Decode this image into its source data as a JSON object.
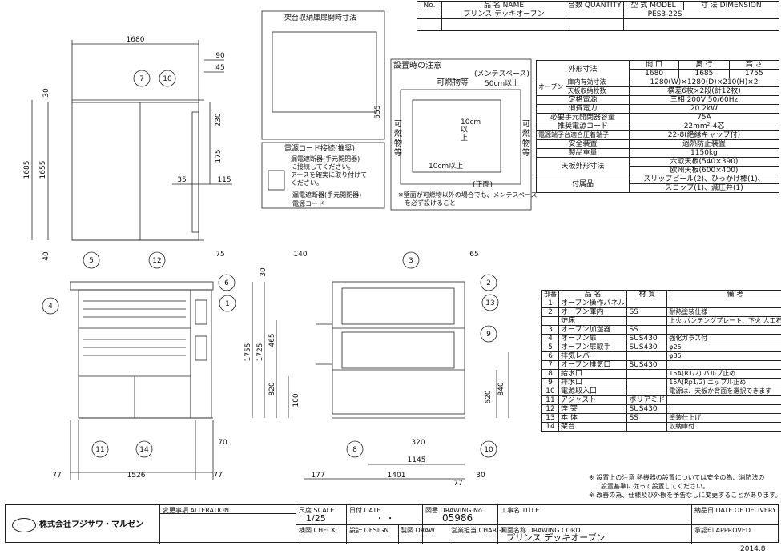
{
  "title_block_top": {
    "h_no": "No.",
    "h_name": "品 名 NAME",
    "h_qty": "台数 QUANTITY",
    "h_model": "型 式 MODEL",
    "h_dim": "寸 法 DIMENSION",
    "name": "プリンス デッキオーブン",
    "model": "PES3-22S"
  },
  "dims": {
    "w1680": "1680",
    "d90": "90",
    "d45": "45",
    "d30": "30",
    "d230": "230",
    "d175": "175",
    "d35": "35",
    "d115": "115",
    "h1685": "1685",
    "h1655": "1655",
    "d40": "40",
    "d75": "75",
    "d140": "140",
    "d65": "65",
    "h1755": "1755",
    "h1725": "1725",
    "d465": "465",
    "d820": "820",
    "d100": "100",
    "d620": "620",
    "d840": "840",
    "d70": "70",
    "d320": "320",
    "d1145": "1145",
    "d77a": "77",
    "d1526": "1526",
    "d77b": "77",
    "d177": "177",
    "d1401": "1401",
    "d77c": "77",
    "d30b": "30"
  },
  "callouts": [
    "1",
    "2",
    "3",
    "4",
    "5",
    "6",
    "7",
    "8",
    "9",
    "10",
    "11",
    "12",
    "13",
    "14"
  ],
  "door_box": {
    "title": "架台収納庫扉開時寸法",
    "dim": "555"
  },
  "install": {
    "title": "設置時の注意",
    "maint": "(メンテスペース)",
    "combust_top": "可燃物等",
    "space_top": "50cm以上",
    "left_label": [
      "可",
      "燃",
      "物",
      "等"
    ],
    "right_label": [
      "可",
      "燃",
      "物",
      "等"
    ],
    "space_mid": "10cm以上",
    "space_bottom": "10cm以上",
    "front": "(正面)",
    "note": "※壁面が可燃物以外の場合でも、メンテスペース",
    "note2": "を必ず設けること"
  },
  "power": {
    "title": "電源コード接続(推奨)",
    "l1": "漏電遮断器(手元開閉器)",
    "l2": "に接続してください。",
    "l3": "アースを確実に取り付けて",
    "l4": "ください。",
    "l5": "漏電遮断器(手元開閉器)",
    "l6": "電源コード"
  },
  "spec": {
    "outer": "外形寸法",
    "h_w": "間 口",
    "h_d": "奥 行",
    "h_h": "高 さ",
    "v_w": "1680",
    "v_d": "1685",
    "v_h": "1755",
    "oven": "オーブン",
    "inner": "庫内有効寸法",
    "inner_v": "1280(W)×1280(D)×210(H)×2",
    "trays": "天板収納枚数",
    "trays_v": "横差6枚×2段(計12枚)",
    "power": "定格電源",
    "power_v": "三相 200V 50/60Hz",
    "consume": "消費電力",
    "consume_v": "20.2kW",
    "breaker": "必要手元開閉器容量",
    "breaker_v": "75A",
    "cord": "推奨電源コード",
    "cord_v": "22mm²-4芯",
    "terminal": "電源端子台適合圧着端子",
    "terminal_v": "22-8(絶縁キャップ付)",
    "safety": "安全装置",
    "safety_v": "過熱防止装置",
    "weight": "製品重量",
    "weight_v": "1150kg",
    "plate": "天板外形寸法",
    "plate_v1": "六取天板(540×390)",
    "plate_v2": "欧州天板(600×400)",
    "acc": "付属品",
    "acc_v1": "スリップピール(2)、ひっかけ棒(1)、",
    "acc_v2": "スコップ(1)、減圧弁(1)"
  },
  "parts": {
    "h_no": "部番",
    "h_name": "品 名",
    "h_mat": "材 質",
    "h_note": "備 考",
    "rows": [
      {
        "no": "1",
        "name": "オーブン操作パネル",
        "mat": "",
        "note": ""
      },
      {
        "no": "2",
        "name": "オーブン庫内",
        "mat": "SS",
        "note": "耐熱塗装仕様"
      },
      {
        "no": "",
        "name": "炉床",
        "mat": "",
        "note": "上火 パンチングプレート、下火 人工石ボード"
      },
      {
        "no": "3",
        "name": "オーブン加湿器",
        "mat": "SS",
        "note": ""
      },
      {
        "no": "4",
        "name": "オーブン扉",
        "mat": "SUS430",
        "note": "強化ガラス付"
      },
      {
        "no": "5",
        "name": "オーブン扉取手",
        "mat": "SUS430",
        "note": "φ25"
      },
      {
        "no": "6",
        "name": "排気レバー",
        "mat": "",
        "note": "φ35"
      },
      {
        "no": "7",
        "name": "オーブン排気口",
        "mat": "SUS430",
        "note": ""
      },
      {
        "no": "8",
        "name": "給水口",
        "mat": "",
        "note": "15A(R1/2) バルブ止め"
      },
      {
        "no": "9",
        "name": "排水口",
        "mat": "",
        "note": "15A(Rp1/2) ニップル止め"
      },
      {
        "no": "10",
        "name": "電源取入口",
        "mat": "",
        "note": "電源は、天板か背面を選択できます"
      },
      {
        "no": "11",
        "name": "アジャスト",
        "mat": "ポリアミド",
        "note": ""
      },
      {
        "no": "12",
        "name": "煙 突",
        "mat": "SUS430",
        "note": ""
      },
      {
        "no": "13",
        "name": "本 体",
        "mat": "SS",
        "note": "塗装仕上げ"
      },
      {
        "no": "14",
        "name": "架台",
        "mat": "",
        "note": "収納庫付"
      }
    ]
  },
  "notes": {
    "n1": "※ 設置上の注意 熱機器の設置については安全の為、消防法の",
    "n2": "設置基準に従って設置してください。",
    "n3": "※ 改善の為、仕様及び外観を予告なしに変更することがあります。"
  },
  "bottom": {
    "logo": "株式会社フジサワ・マルゼン",
    "alter": "変更事項 ALTERATION",
    "scale_h": "尺度 SCALE",
    "scale_v": "1/25",
    "date_h": "日付 DATE",
    "date_v": "・   ・",
    "drawno_h": "図番 DRAWING No.",
    "drawno_v": "05986",
    "title_h": "工事名 TITLE",
    "delivery_h": "納品日 DATE OF DELIVERY",
    "check_h": "検図 CHECK",
    "design_h": "設計 DESIGN",
    "draw_h": "製図 DRAW",
    "charge_h": "営業担当 CHARGE",
    "cord_h": "図面名称 DRAWING CORD",
    "cord_v": "プリンス デッキオーブン",
    "approved_h": "承認印 APPROVED",
    "date_footer": "2014.8"
  }
}
